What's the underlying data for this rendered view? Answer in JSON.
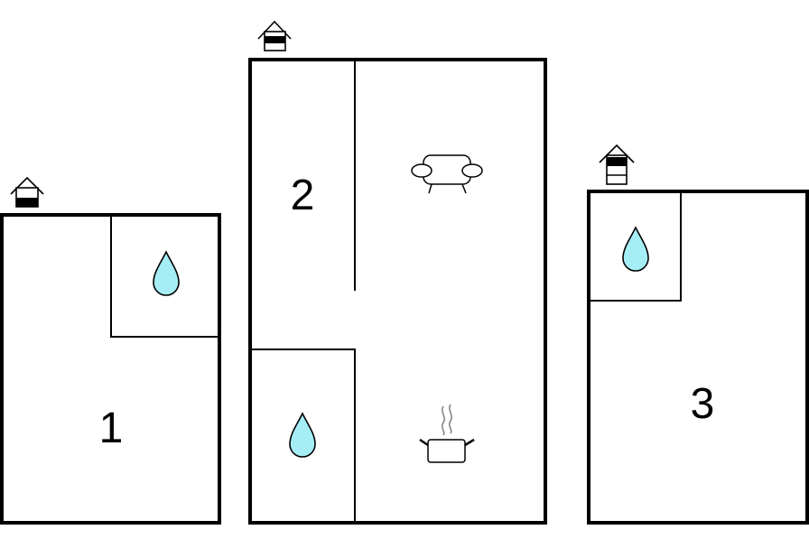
{
  "floors": [
    {
      "id": "floor-1",
      "label": "1",
      "level_icon": "house-floor-level-icon",
      "floor_level": "ground"
    },
    {
      "id": "floor-2",
      "label": "2",
      "level_icon": "house-floor-level-icon",
      "floor_level": "middle"
    },
    {
      "id": "floor-3",
      "label": "3",
      "level_icon": "house-floor-level-icon",
      "floor_level": "top"
    }
  ],
  "icons": {
    "bathroom": "water-drop-icon",
    "living": "sofa-icon",
    "kitchen": "cooking-pot-icon",
    "level": "house-floor-level-icon"
  },
  "colors": {
    "wall": "#000000",
    "water": "#a6eef6",
    "background": "#ffffff"
  }
}
